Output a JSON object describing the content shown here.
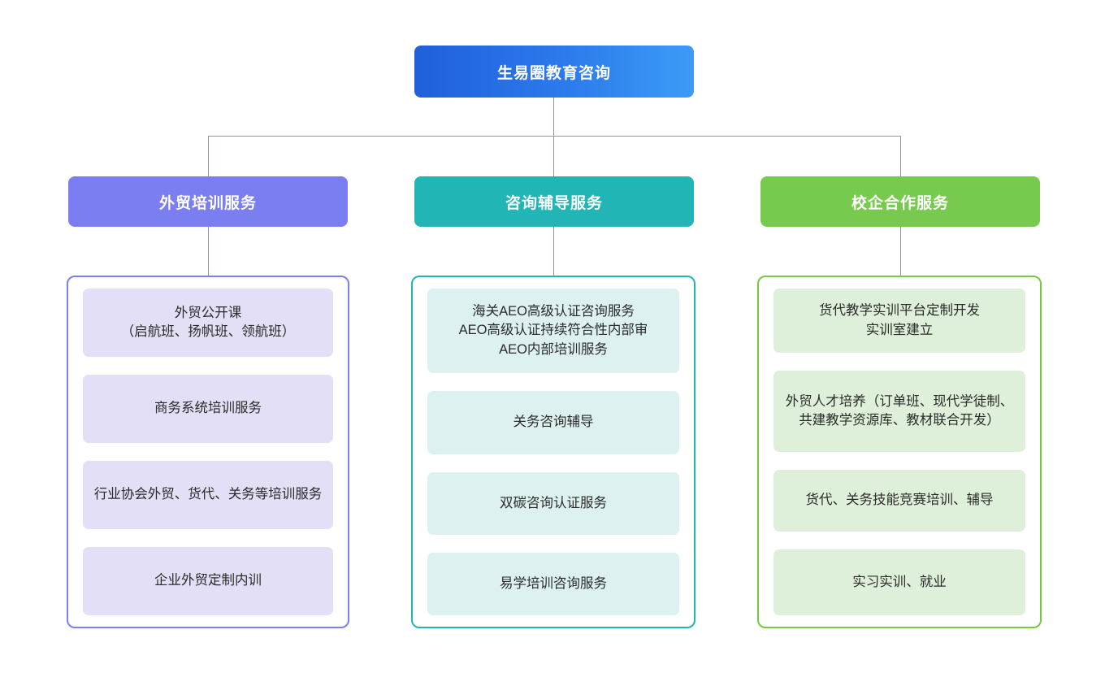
{
  "diagram": {
    "type": "org-chart",
    "orientation": "top-down",
    "root": {
      "label": "生易圈教育咨询",
      "color_start": "#1f5fdb",
      "color_end": "#3d9bf5",
      "text_color": "#ffffff"
    },
    "connector_color": "#8d96a8",
    "columns": [
      {
        "label": "外贸培训服务",
        "accent": "#7b7ef0",
        "leaf_fill": "#e2dff6",
        "items": [
          "外贸公开课\n（启航班、扬帆班、领航班）",
          "商务系统培训服务",
          "行业协会外贸、货代、关务等培训服务",
          "企业外贸定制内训"
        ]
      },
      {
        "label": "咨询辅导服务",
        "accent": "#21b5b5",
        "leaf_fill": "#ddf1f1",
        "items": [
          "海关AEO高级认证咨询服务\nAEO高级认证持续符合性内部审\nAEO内部培训服务",
          "关务咨询辅导",
          "双碳咨询认证服务",
          "易学培训咨询服务"
        ]
      },
      {
        "label": "校企合作服务",
        "accent": "#76c93f",
        "leaf_fill": "#dff0da",
        "items": [
          "货代教学实训平台定制开发\n实训室建立",
          "外贸人才培养（订单班、现代学徒制、共建教学资源库、教材联合开发）",
          "货代、关务技能竞赛培训、辅导",
          "实习实训、就业"
        ]
      }
    ]
  }
}
